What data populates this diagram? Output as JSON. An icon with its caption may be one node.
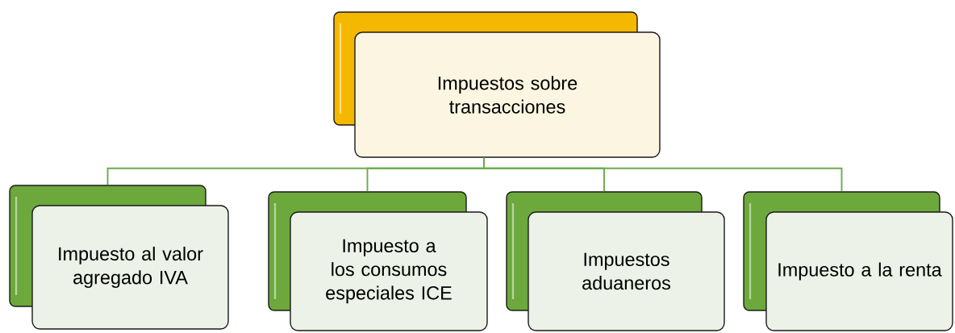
{
  "diagram": {
    "nodes": [
      {
        "text": [
          "Impuestos sobre transacciones"
        ]
      },
      {
        "text": [
          "Impuesto al valor agregado IVA"
        ]
      },
      {
        "text": [
          "Impuesto a los consumos especiales ICE"
        ]
      },
      {
        "text": [
          "Impuestos aduaneros"
        ]
      },
      {
        "text": [
          "Impuesto a la renta"
        ]
      }
    ],
    "edges": [
      {
        "from": 0,
        "to": 1,
        "arrow": "none"
      },
      {
        "from": 0,
        "to": 2,
        "arrow": "none"
      },
      {
        "from": 0,
        "to": 3,
        "arrow": "none"
      },
      {
        "from": 0,
        "to": 4,
        "arrow": "none"
      }
    ]
  }
}
